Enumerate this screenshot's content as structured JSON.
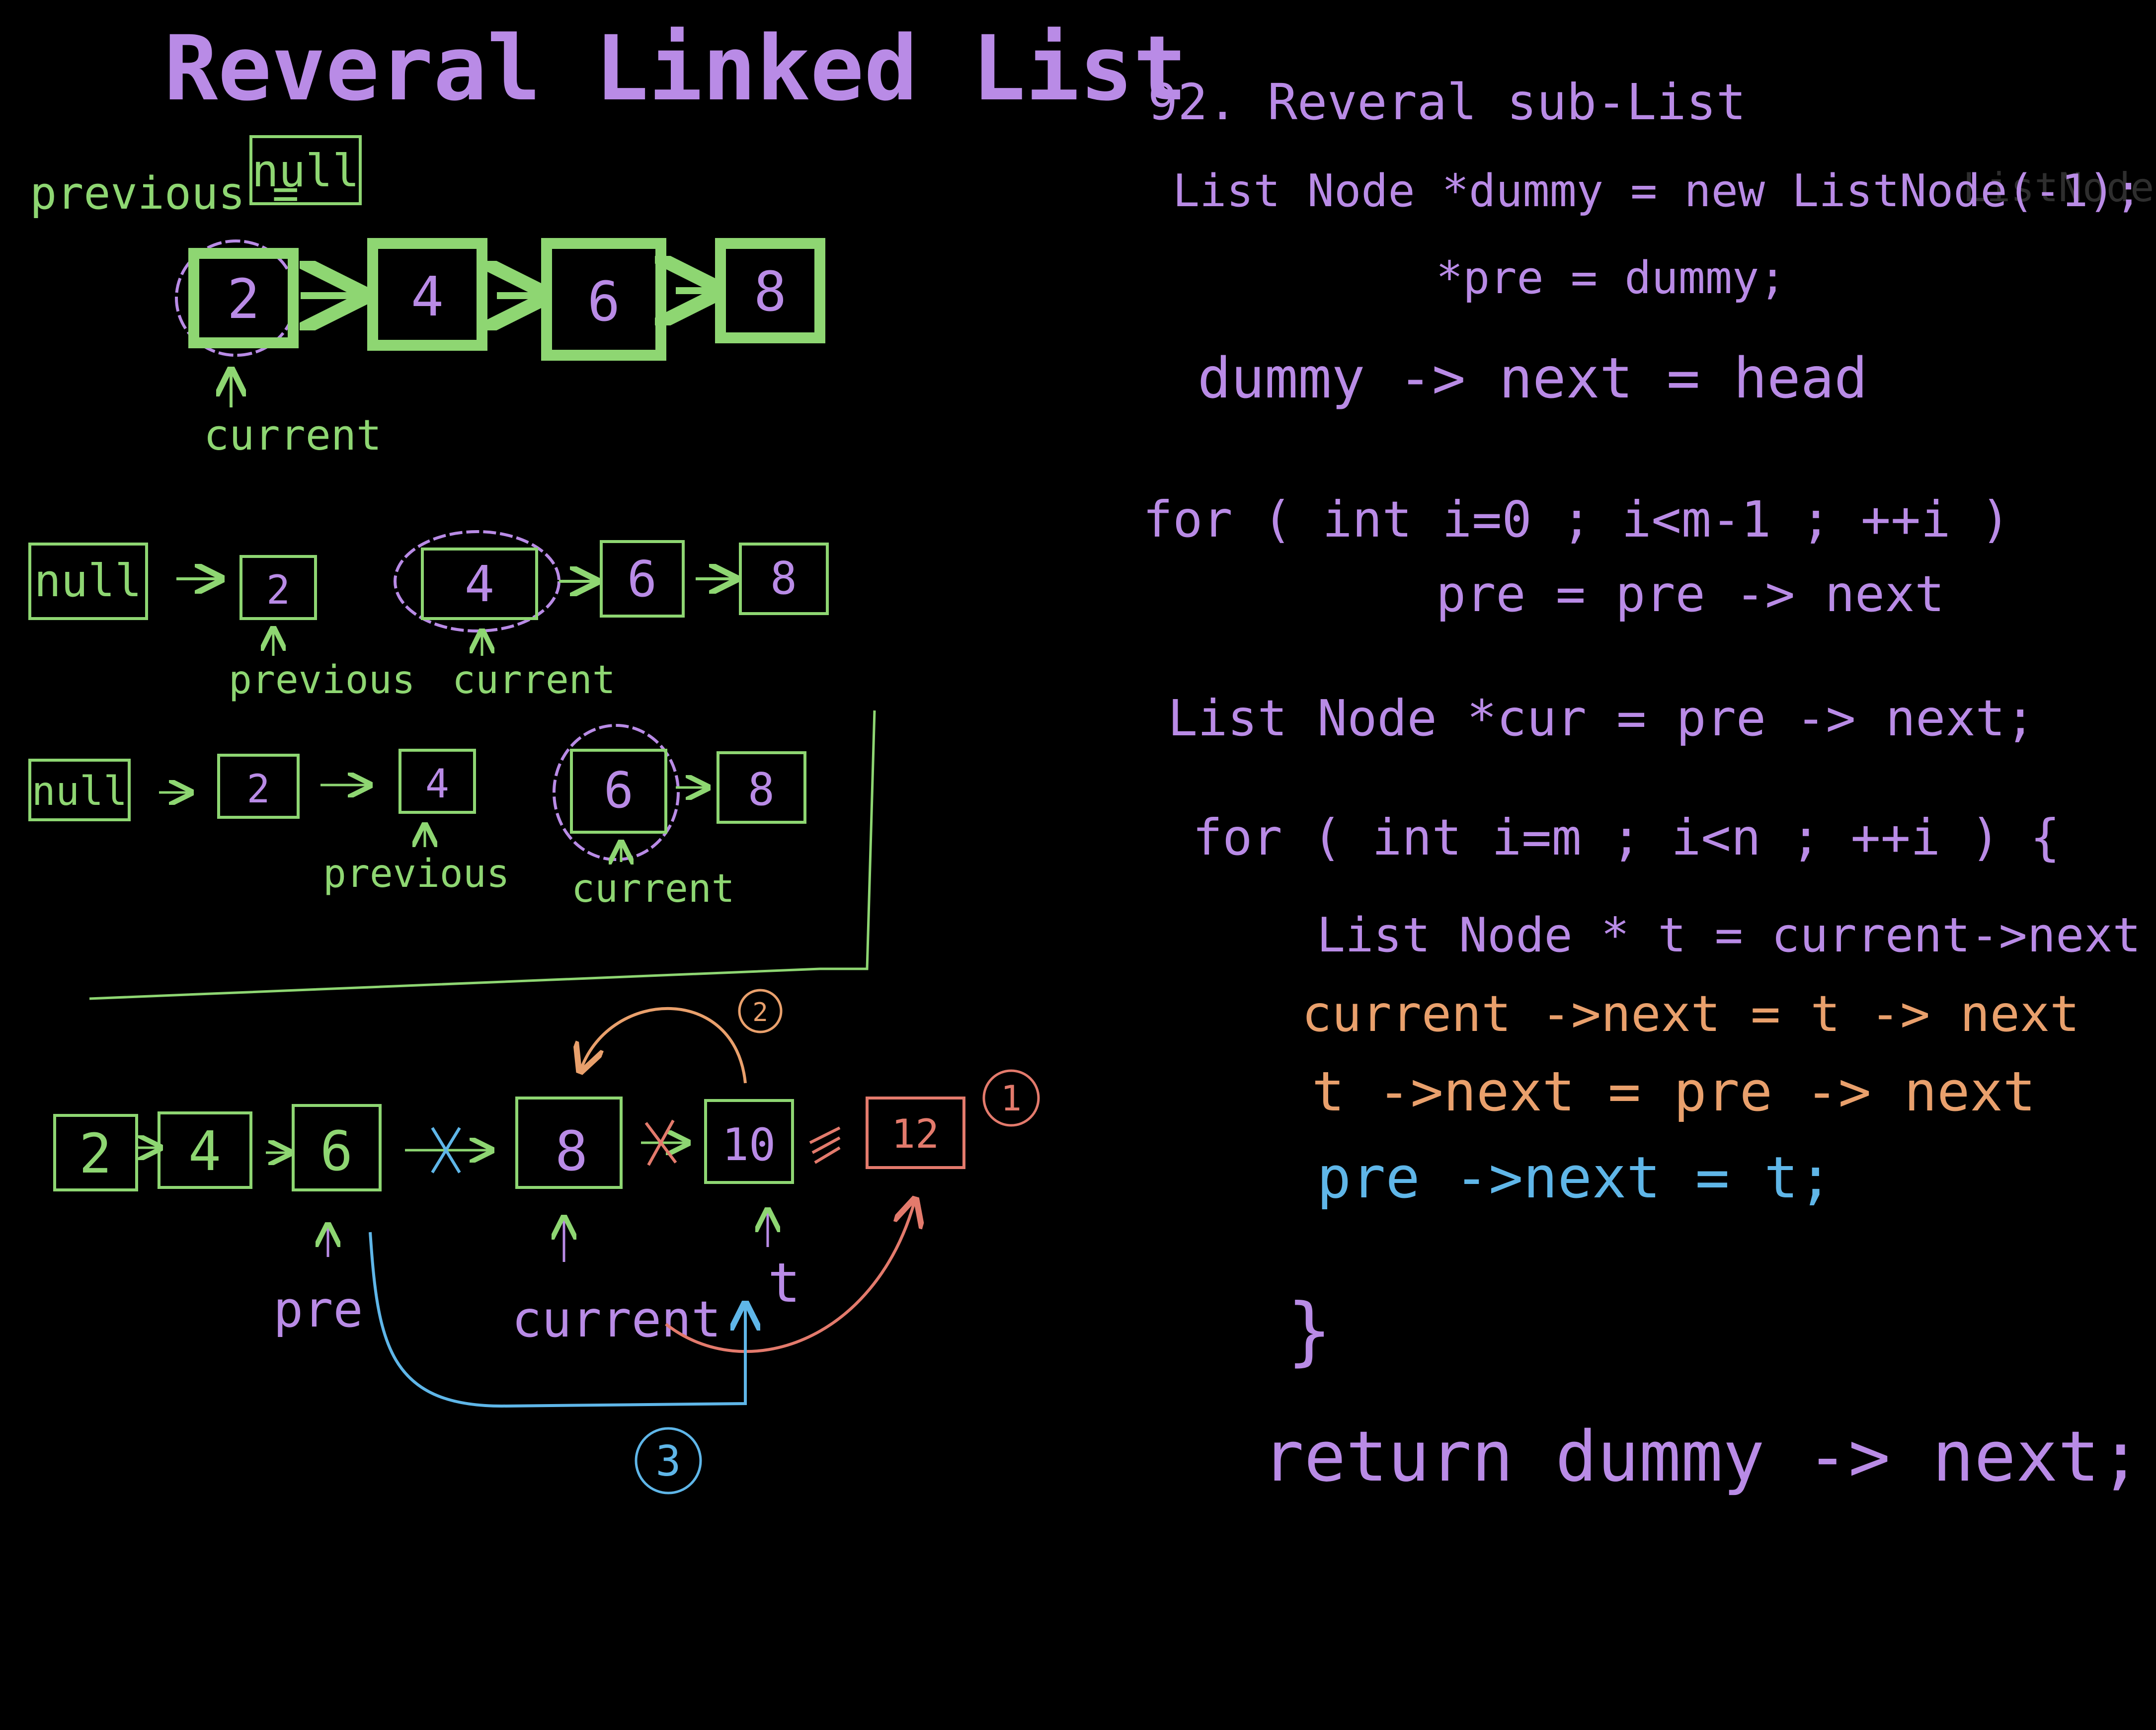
{
  "colors": {
    "background": "#000000",
    "purple": "#b98be6",
    "green": "#8ed672",
    "orange": "#e9a06c",
    "blue": "#5fb6e8",
    "red": "#e37a6c"
  },
  "title": "Reveral Linked List",
  "top_example": {
    "previous_label": "previous =",
    "null_box": "null",
    "nodes": [
      "2",
      "4",
      "6",
      "8"
    ],
    "current_label": "current"
  },
  "step1": {
    "null_box": "null",
    "nodes": [
      "2",
      "4",
      "6",
      "8"
    ],
    "previous_label": "previous",
    "current_label": "current"
  },
  "step2": {
    "null_box": "null",
    "nodes": [
      "2",
      "4",
      "6",
      "8"
    ],
    "previous_label": "previous",
    "current_label": "current"
  },
  "bottom": {
    "nodes": [
      "2",
      "4",
      "6",
      "8",
      "10",
      "12"
    ],
    "pre_label": "pre",
    "current_label": "current",
    "t_label": "t",
    "step_markers": [
      "1",
      "2",
      "3"
    ]
  },
  "code": {
    "problem": "92.  Reveral  sub-List",
    "lines": [
      {
        "text": "List Node  *dummy = new ListNode(-1);",
        "color": "purple"
      },
      {
        "text": "*pre  = dummy;",
        "color": "purple"
      },
      {
        "text": "dummy -> next = head",
        "color": "purple"
      },
      {
        "text": "for ( int i=0 ; i<m-1 ; ++i )",
        "color": "purple"
      },
      {
        "text": "pre = pre -> next",
        "color": "purple"
      },
      {
        "text": "List Node  *cur = pre -> next;",
        "color": "purple"
      },
      {
        "text": "for ( int i=m ; i<n ; ++i ) {",
        "color": "purple"
      },
      {
        "text": "List Node  * t = current->next",
        "color": "purple"
      },
      {
        "text": "current ->next = t -> next",
        "color": "orange"
      },
      {
        "text": "t ->next = pre -> next",
        "color": "orange"
      },
      {
        "text": "pre ->next = t;",
        "color": "blue"
      },
      {
        "text": "}",
        "color": "purple"
      },
      {
        "text": "return   dummy -> next;",
        "color": "purple"
      }
    ],
    "faint_note": "ListNode"
  }
}
